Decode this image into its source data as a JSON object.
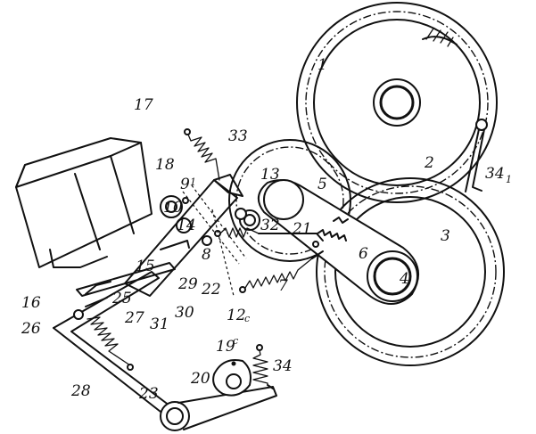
{
  "labels": {
    "l1": "1",
    "l2": "2",
    "l3": "3",
    "l4": "4",
    "l5": "5",
    "l6": "6",
    "l7": "7",
    "l8": "8",
    "l9": "9",
    "l9sub": "1",
    "l10": "10",
    "l12": "12",
    "l12sub": "c",
    "l13": "13",
    "l14": "14",
    "l15": "15",
    "l16": "16",
    "l17": "17",
    "l18": "18",
    "l19": "19",
    "l19sub": "c",
    "l20": "20",
    "l21": "21",
    "l22": "22",
    "l23": "23",
    "l25": "25",
    "l26": "26",
    "l27": "27",
    "l28": "28",
    "l29": "29",
    "l30": "30",
    "l31": "31",
    "l32": "32",
    "l33": "33",
    "l34": "34",
    "l34b": "34",
    "l34bsub": "1"
  }
}
